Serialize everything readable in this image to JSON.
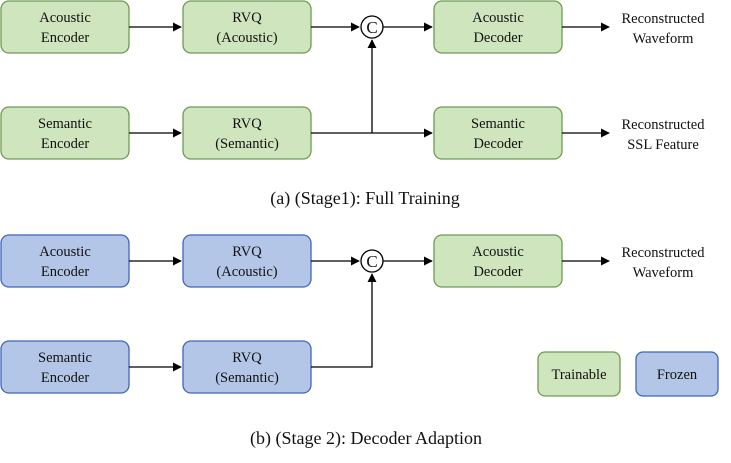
{
  "colors": {
    "trainable_fill": "#cfe5bd",
    "trainable_stroke": "#6e9a55",
    "frozen_fill": "#b4c6e8",
    "frozen_stroke": "#3f66b8",
    "line": "#000000"
  },
  "stage1": {
    "acoustic_encoder": [
      "Acoustic",
      "Encoder"
    ],
    "rvq_acoustic": [
      "RVQ",
      "(Acoustic)"
    ],
    "acoustic_decoder": [
      "Acoustic",
      "Decoder"
    ],
    "semantic_encoder": [
      "Semantic",
      "Encoder"
    ],
    "rvq_semantic": [
      "RVQ",
      "(Semantic)"
    ],
    "semantic_decoder": [
      "Semantic",
      "Decoder"
    ],
    "concat_symbol": "C",
    "output_waveform": [
      "Reconstructed",
      "Waveform"
    ],
    "output_ssl": [
      "Reconstructed",
      "SSL Feature"
    ],
    "caption": "(a) (Stage1): Full Training"
  },
  "stage2": {
    "acoustic_encoder": [
      "Acoustic",
      "Encoder"
    ],
    "rvq_acoustic": [
      "RVQ",
      "(Acoustic)"
    ],
    "acoustic_decoder": [
      "Acoustic",
      "Decoder"
    ],
    "semantic_encoder": [
      "Semantic",
      "Encoder"
    ],
    "rvq_semantic": [
      "RVQ",
      "(Semantic)"
    ],
    "concat_symbol": "C",
    "output_waveform": [
      "Reconstructed",
      "Waveform"
    ],
    "caption": "(b) (Stage 2): Decoder Adaption"
  },
  "legend": {
    "trainable": "Trainable",
    "frozen": "Frozen"
  }
}
